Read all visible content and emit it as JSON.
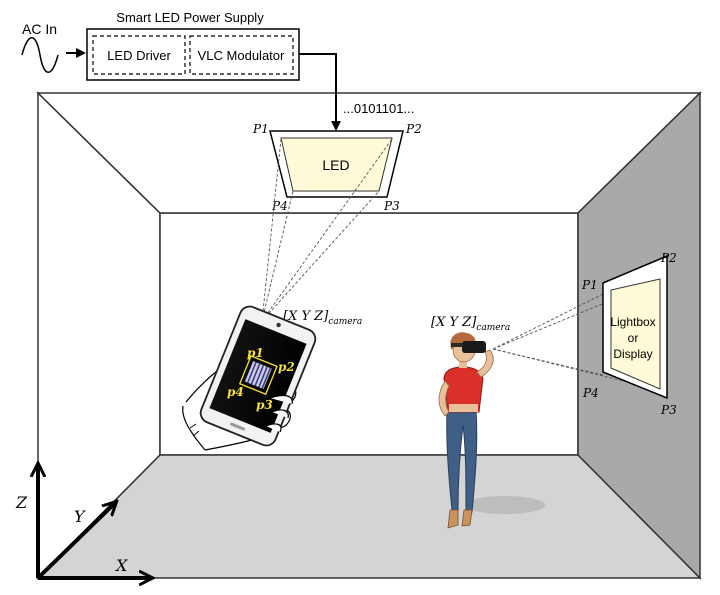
{
  "ac_in": {
    "label": "AC In"
  },
  "power_supply": {
    "title": "Smart LED Power Supply",
    "driver_label": "LED Driver",
    "modulator_label": "VLC Modulator"
  },
  "bitstream": "...0101101...",
  "led_fixture": {
    "label": "LED",
    "corners": [
      "P1",
      "P2",
      "P3",
      "P4"
    ]
  },
  "phone": {
    "camera_label": "[X   Y   Z]",
    "camera_subscript": "camera",
    "image_corners": [
      "p1",
      "p2",
      "p3",
      "p4"
    ]
  },
  "headset_user": {
    "camera_label": "[X   Y   Z]",
    "camera_subscript": "camera"
  },
  "display": {
    "label_lines": [
      "Lightbox",
      "or",
      "Display"
    ],
    "corners": [
      "P1",
      "P2",
      "P3",
      "P4"
    ]
  },
  "axes": {
    "x": "X",
    "y": "Y",
    "z": "Z"
  },
  "colors": {
    "room_side_wall": "#a9a9a9",
    "room_floor": "#d4d4d4",
    "led_panel": "#fffbd9",
    "phone_label": "#f6e23a",
    "shirt": "#d9302a",
    "jeans": "#3f5f86"
  }
}
